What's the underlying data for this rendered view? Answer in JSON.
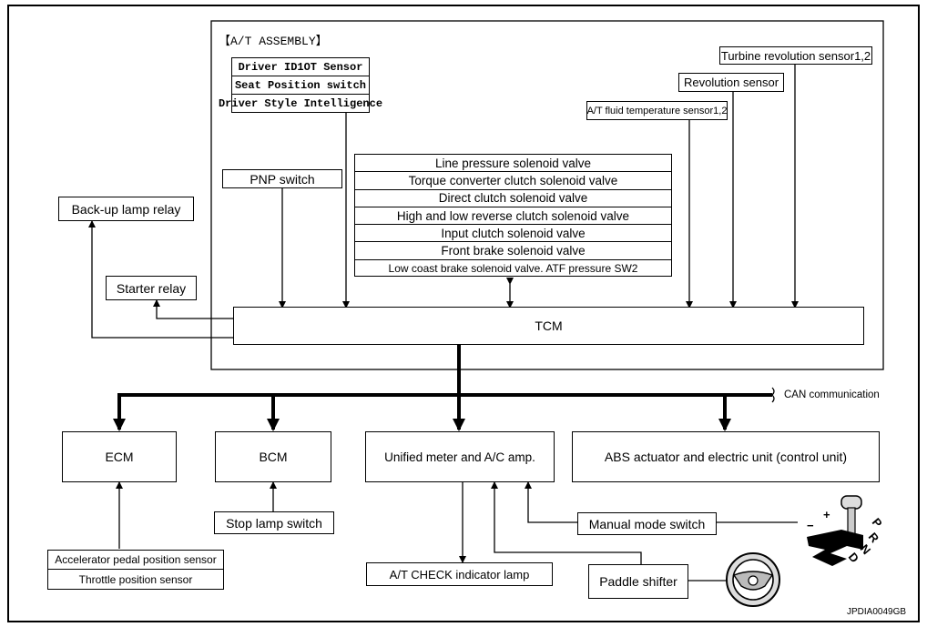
{
  "assembly": {
    "title": "【A/T ASSEMBLY】"
  },
  "driver_sensors": [
    "Driver ID1OT Sensor",
    "Seat Position switch",
    "Driver Style Intelligence"
  ],
  "pnp_switch": "PNP switch",
  "backup_relay": "Back-up lamp relay",
  "starter_relay": "Starter relay",
  "solenoids": [
    "Line pressure solenoid valve",
    "Torque converter clutch solenoid valve",
    "Direct clutch solenoid valve",
    "High and low reverse clutch solenoid valve",
    "Input clutch solenoid valve",
    "Front brake solenoid valve",
    "Low coast brake solenoid valve. ATF pressure SW2"
  ],
  "turbine_sensor": "Turbine revolution sensor1,2",
  "revolution_sensor": "Revolution sensor",
  "fluid_temp_sensor": "A/T fluid temperature sensor1,2",
  "tcm": "TCM",
  "can_label": "CAN communication",
  "ecm": "ECM",
  "bcm": "BCM",
  "meter": "Unified meter and A/C amp.",
  "abs": "ABS actuator and electric unit (control unit)",
  "stop_lamp": "Stop lamp switch",
  "accel_sensors": [
    "Accelerator pedal position sensor",
    "Throttle position sensor"
  ],
  "check_lamp": "A/T CHECK indicator lamp",
  "paddle": "Paddle shifter",
  "manual_mode": "Manual mode switch",
  "shift_letters": [
    "P",
    "R",
    "N",
    "D",
    "+",
    "−"
  ],
  "figure_id": "JPDIA0049GB"
}
